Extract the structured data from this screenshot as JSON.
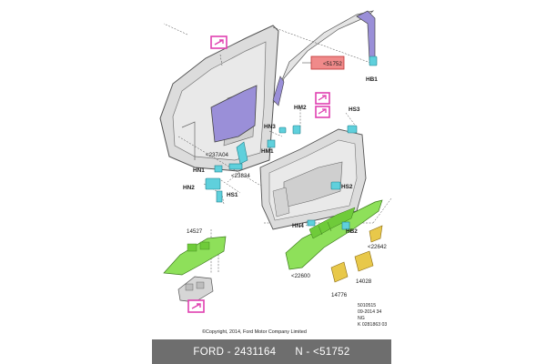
{
  "labels": {
    "part_51752_ref": "<51752",
    "hb1": "HB1",
    "hm2": "HM2",
    "hs3": "HS3",
    "hn3": "HN3",
    "hm1": "HM1",
    "ref_237a04": "<237A04",
    "hn1": "HN1",
    "ref_23834": "<23834",
    "hn2": "HN2",
    "hs1": "HS1",
    "hs2": "HS2",
    "hn4": "HN4",
    "hb2": "HB2",
    "part_14527": "14527",
    "ref_22642": "<22642",
    "ref_22600": "<22600",
    "part_14028": "14028",
    "part_14776": "14776"
  },
  "stamp": {
    "line1": "5010515",
    "line2": "09-2014 34",
    "line3": "NG",
    "line4": "K 0281863 03"
  },
  "copyright": "©Copyright, 2014, Ford Motor Company Limited",
  "footer": {
    "brand": "FORD - 2431164",
    "number": "N - <51752"
  },
  "colors": {
    "door_fill": "#d9d9d9",
    "door_stroke": "#555555",
    "purple_panel": "#9a8fd8",
    "cyan_parts": "#5fd0dc",
    "green_trim": "#8ee05a",
    "yellow_parts": "#e8c84a",
    "highlight_box": "#f08a8a",
    "magenta_icon": "#e040b0",
    "footer_bar": "#6e6e6e"
  }
}
